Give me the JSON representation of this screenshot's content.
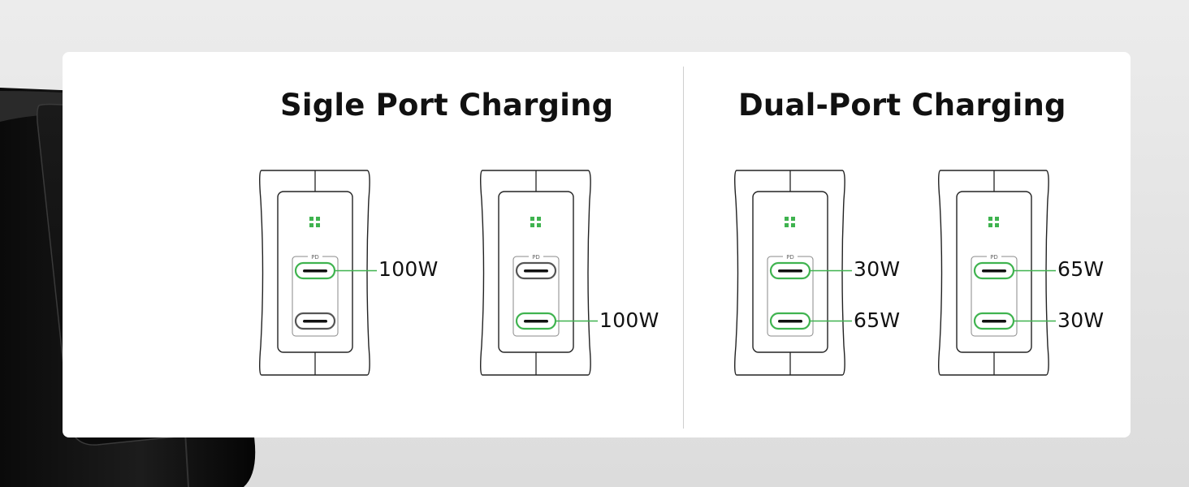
{
  "sections": [
    {
      "title": "Sigle Port Charging",
      "chargers": [
        {
          "top_port_watt": "100W",
          "bottom_port_watt": "",
          "top_active": true,
          "bottom_active": false
        },
        {
          "top_port_watt": "",
          "bottom_port_watt": "100W",
          "top_active": false,
          "bottom_active": true
        }
      ]
    },
    {
      "title": "Dual-Port Charging",
      "chargers": [
        {
          "top_port_watt": "30W",
          "bottom_port_watt": "65W",
          "top_active": true,
          "bottom_active": true
        },
        {
          "top_port_watt": "65W",
          "bottom_port_watt": "30W",
          "top_active": true,
          "bottom_active": true
        }
      ]
    }
  ],
  "port_label": "PD",
  "colors": {
    "accent_green": "#3fb34f",
    "glow_green": "#22d34a",
    "outline": "#222222",
    "background": "#e6e6e6",
    "card": "#ffffff"
  },
  "icons": [
    "led-indicator-icon",
    "usb-c-port-icon"
  ]
}
